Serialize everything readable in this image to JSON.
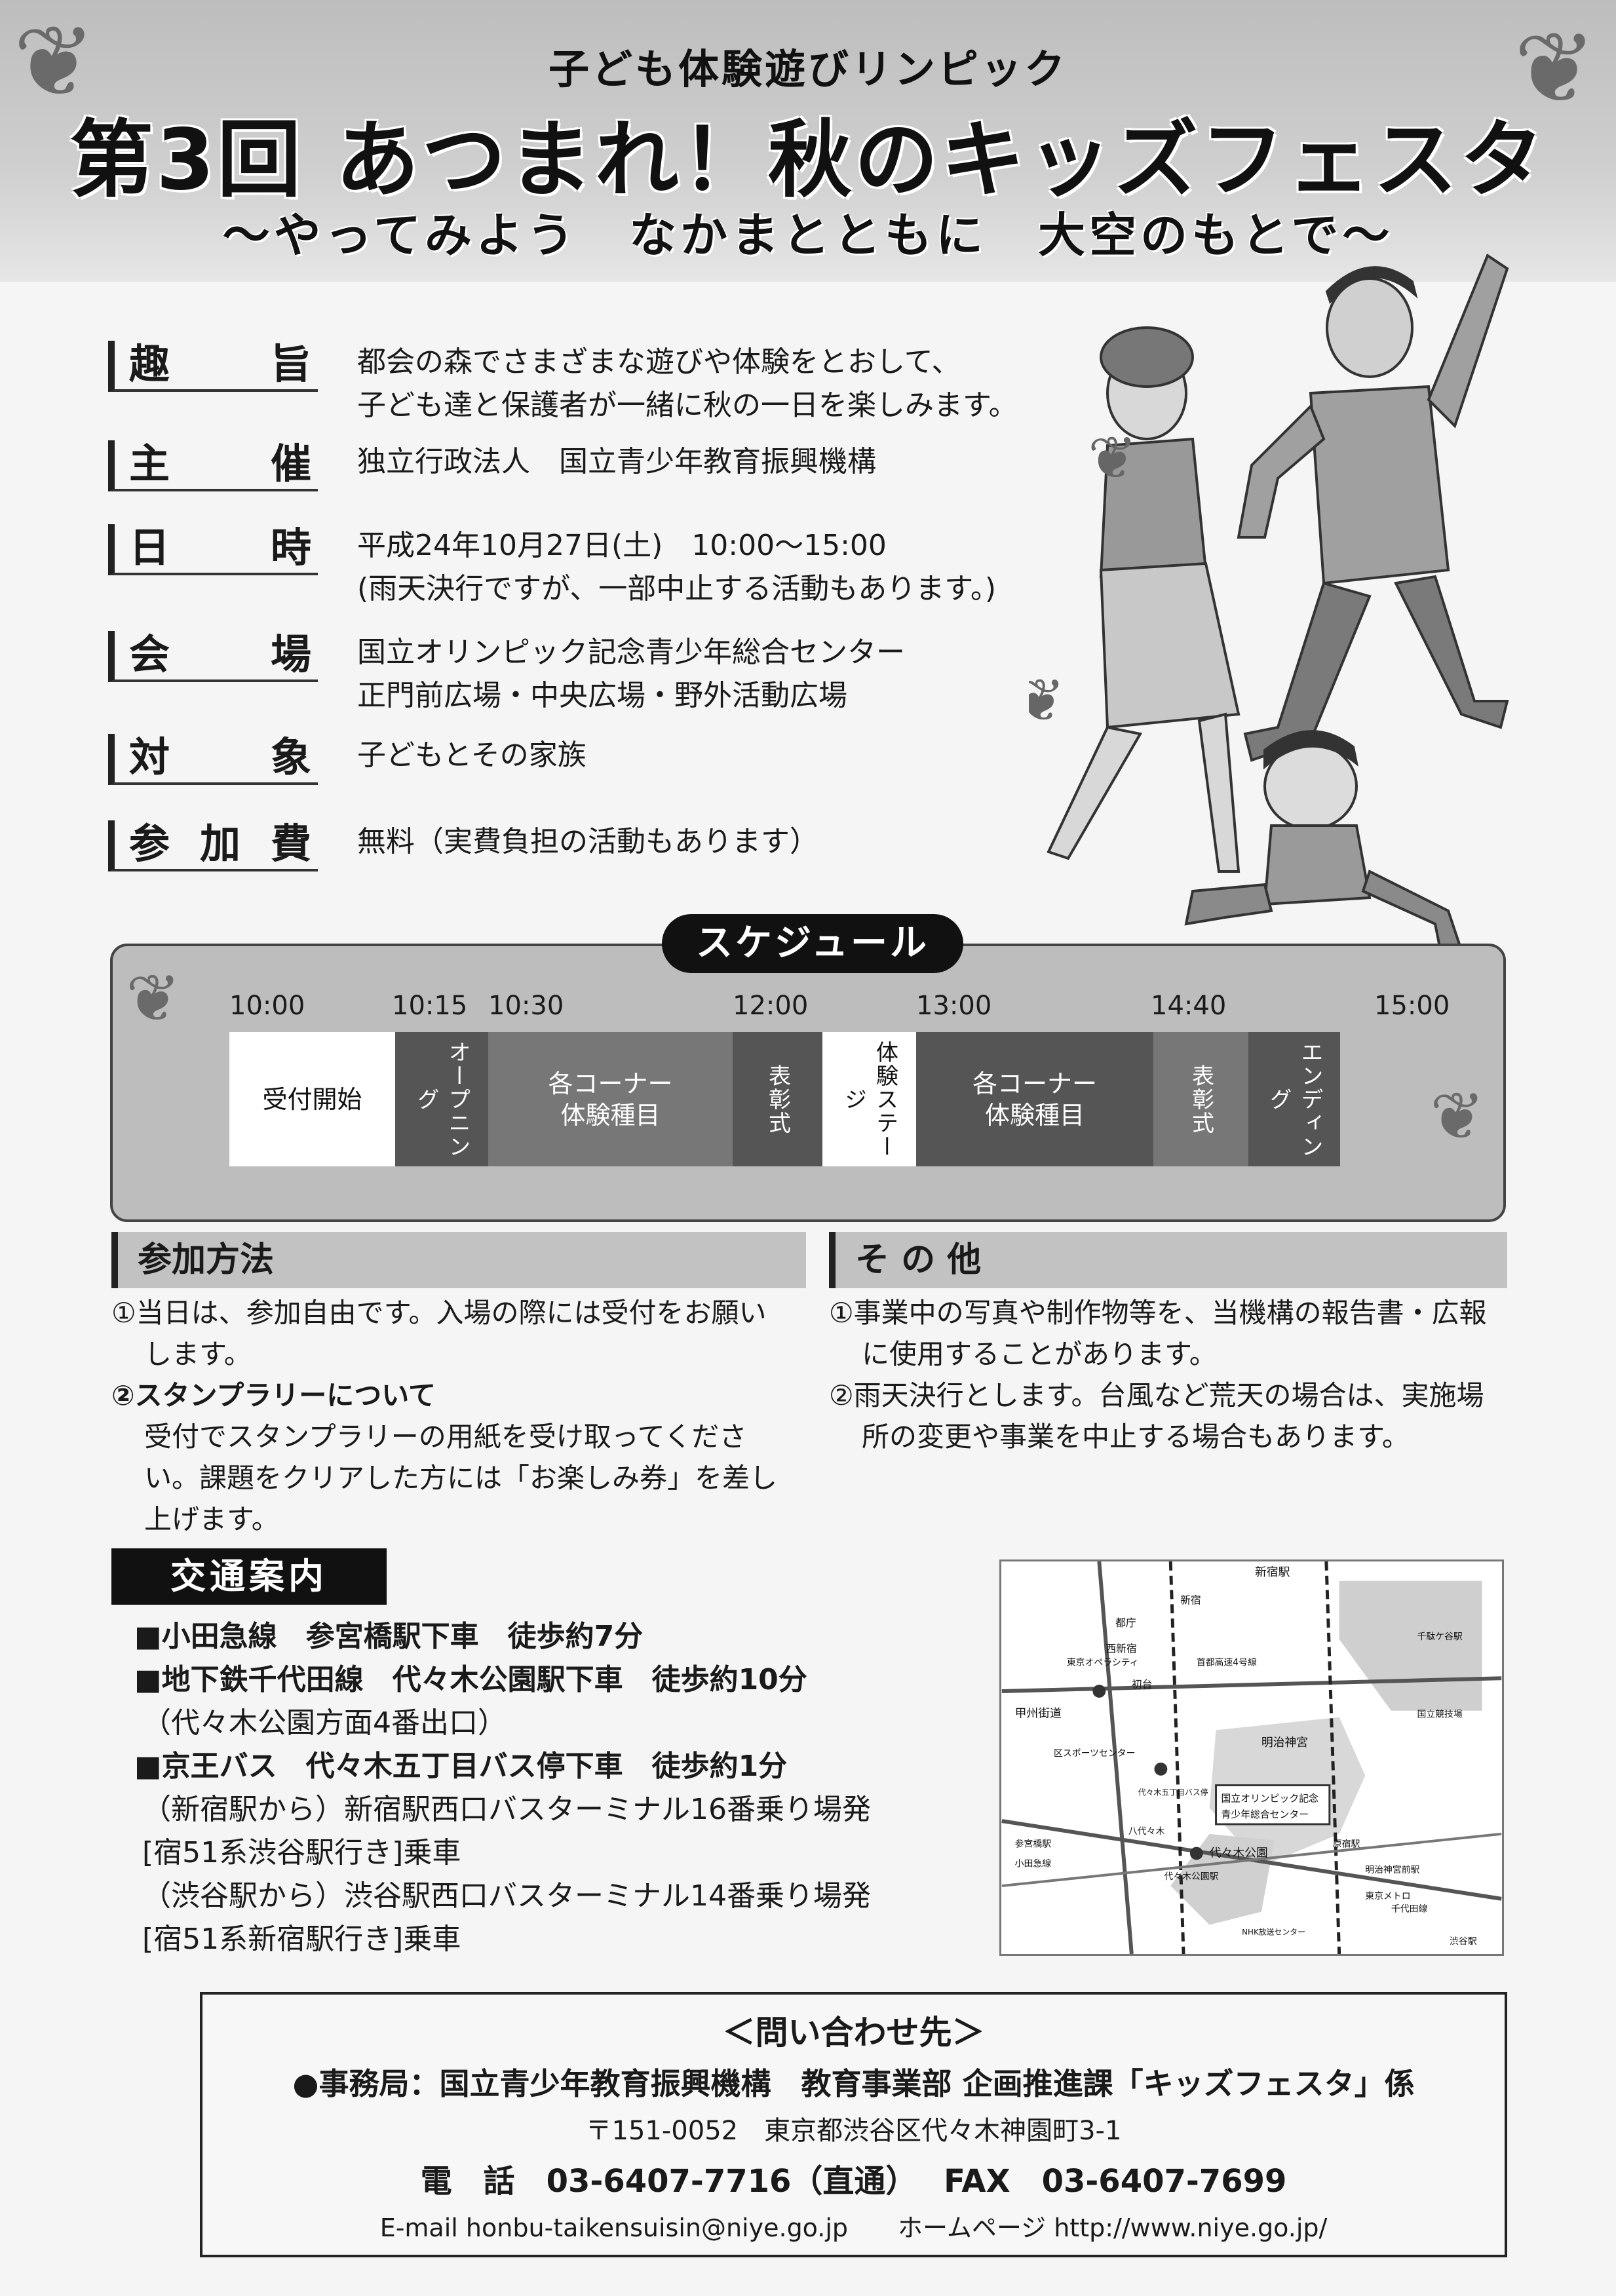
{
  "header": {
    "super_title": "子ども体験遊びリンピック",
    "main_title": "第3回 あつまれ！秋のキッズフェスタ",
    "sub_title": "〜やってみよう　なかまとともに　大空のもとで〜"
  },
  "info": [
    {
      "label": "趣旨",
      "values": [
        "都会の森でさまざまな遊びや体験をとおして、",
        "子ども達と保護者が一緒に秋の一日を楽しみます。"
      ]
    },
    {
      "label": "主催",
      "values": [
        "独立行政法人　国立青少年教育振興機構"
      ]
    },
    {
      "label": "日時",
      "values": [
        "平成24年10月27日(土)　10:00〜15:00",
        "(雨天決行ですが、一部中止する活動もあります。)"
      ]
    },
    {
      "label": "会場",
      "values": [
        "国立オリンピック記念青少年総合センター",
        "正門前広場・中央広場・野外活動広場"
      ]
    },
    {
      "label": "対象",
      "values": [
        "子どもとその家族"
      ]
    },
    {
      "label": "参加費",
      "values": [
        "無料（実費負担の活動もあります）"
      ]
    }
  ],
  "schedule": {
    "title": "スケジュール",
    "times": [
      "10:00",
      "10:15",
      "10:30",
      "12:00",
      "13:00",
      "14:40",
      "15:00"
    ],
    "segments": [
      {
        "label": "受付開始",
        "style": "white",
        "vertical": false
      },
      {
        "label": "オープニング",
        "style": "dark",
        "vertical": true
      },
      {
        "label": "各コーナー\n体験種目",
        "style": "mid",
        "vertical": false
      },
      {
        "label": "表彰式",
        "style": "dark",
        "vertical": true
      },
      {
        "label": "体験ステージ",
        "style": "white",
        "vertical": true
      },
      {
        "label": "各コーナー\n体験種目",
        "style": "dark",
        "vertical": false
      },
      {
        "label": "表彰式",
        "style": "mid",
        "vertical": true
      },
      {
        "label": "エンディング",
        "style": "dark",
        "vertical": true
      }
    ]
  },
  "participation": {
    "title": "参加方法",
    "lines": [
      "①当日は、参加自由です。入場の際には受付をお願い",
      "します。",
      "②スタンプラリーについて",
      "受付でスタンプラリーの用紙を受け取ってくださ",
      "い。課題をクリアした方には「お楽しみ券」を差し",
      "上げます。"
    ]
  },
  "other": {
    "title": "そ の 他",
    "lines": [
      "①事業中の写真や制作物等を、当機構の報告書・広報",
      "に使用することがあります。",
      "②雨天決行とします。台風など荒天の場合は、実施場",
      "所の変更や事業を中止する場合もあります。"
    ]
  },
  "access": {
    "title": "交通案内",
    "lines": [
      "■小田急線　参宮橋駅下車　徒歩約7分",
      "■地下鉄千代田線　代々木公園駅下車　徒歩約10分",
      "（代々木公園方面4番出口）",
      "■京王バス　代々木五丁目バス停下車　徒歩約1分",
      "（新宿駅から）新宿駅西口バスターミナル16番乗り場発",
      "[宿51系渋谷駅行き]乗車",
      "（渋谷駅から）渋谷駅西口バスターミナル14番乗り場発",
      "[宿51系新宿駅行き]乗車"
    ]
  },
  "map": {
    "labels": [
      "新宿駅",
      "新宿",
      "都庁",
      "西新宿",
      "東京オペラシティ",
      "初台",
      "首都高速4号線",
      "千駄ケ谷駅",
      "国立競技場",
      "甲州街道",
      "明治神宮",
      "区スポーツセンター",
      "代々木五丁目バス停",
      "国立オリンピック記念",
      "青少年総合センター",
      "八代々木",
      "代々木公園",
      "原宿駅",
      "明治神宮前駅",
      "NHK放送センター",
      "代々木公園駅",
      "参宮橋駅",
      "小田急線",
      "千代田線",
      "東京メトロ",
      "渋谷駅"
    ]
  },
  "contact": {
    "title": "＜問い合わせ先＞",
    "office": "●事務局：国立青少年教育振興機構　教育事業部 企画推進課「キッズフェスタ」係",
    "address": "〒151-0052　東京都渋谷区代々木神園町3-1",
    "phone": "電　話　03-6407-7716（直通）　 FAX　03-6407-7699",
    "web": "E-mail  honbu-taikensuisin@niye.go.jp　　ホームページ  http://www.niye.go.jp/"
  }
}
